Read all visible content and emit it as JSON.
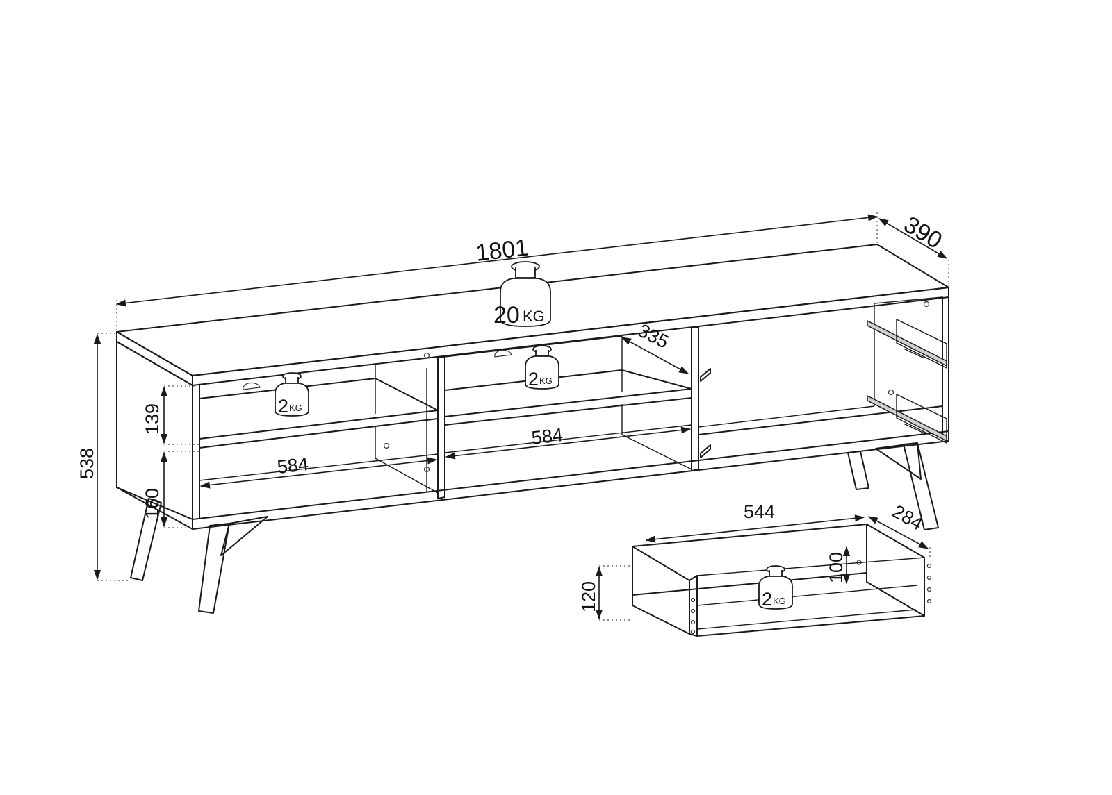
{
  "dimensions": {
    "width": "1801",
    "depth": "390",
    "height": "538",
    "shelf_height": "139",
    "bottom_height": "160",
    "inner_depth": "335",
    "comp_width_left": "584",
    "comp_width_mid": "584",
    "drawer_width": "544",
    "drawer_depth": "284",
    "drawer_height": "120",
    "drawer_inner_height": "100"
  },
  "weights": {
    "top_value": "20",
    "top_unit": "KG",
    "shelf_left_value": "2",
    "shelf_left_unit": "KG",
    "shelf_mid_value": "2",
    "shelf_mid_unit": "KG",
    "drawer_value": "2",
    "drawer_unit": "KG"
  },
  "icons": {
    "weight": "weight-icon",
    "slide_rail": "drawer-slide-icon"
  }
}
